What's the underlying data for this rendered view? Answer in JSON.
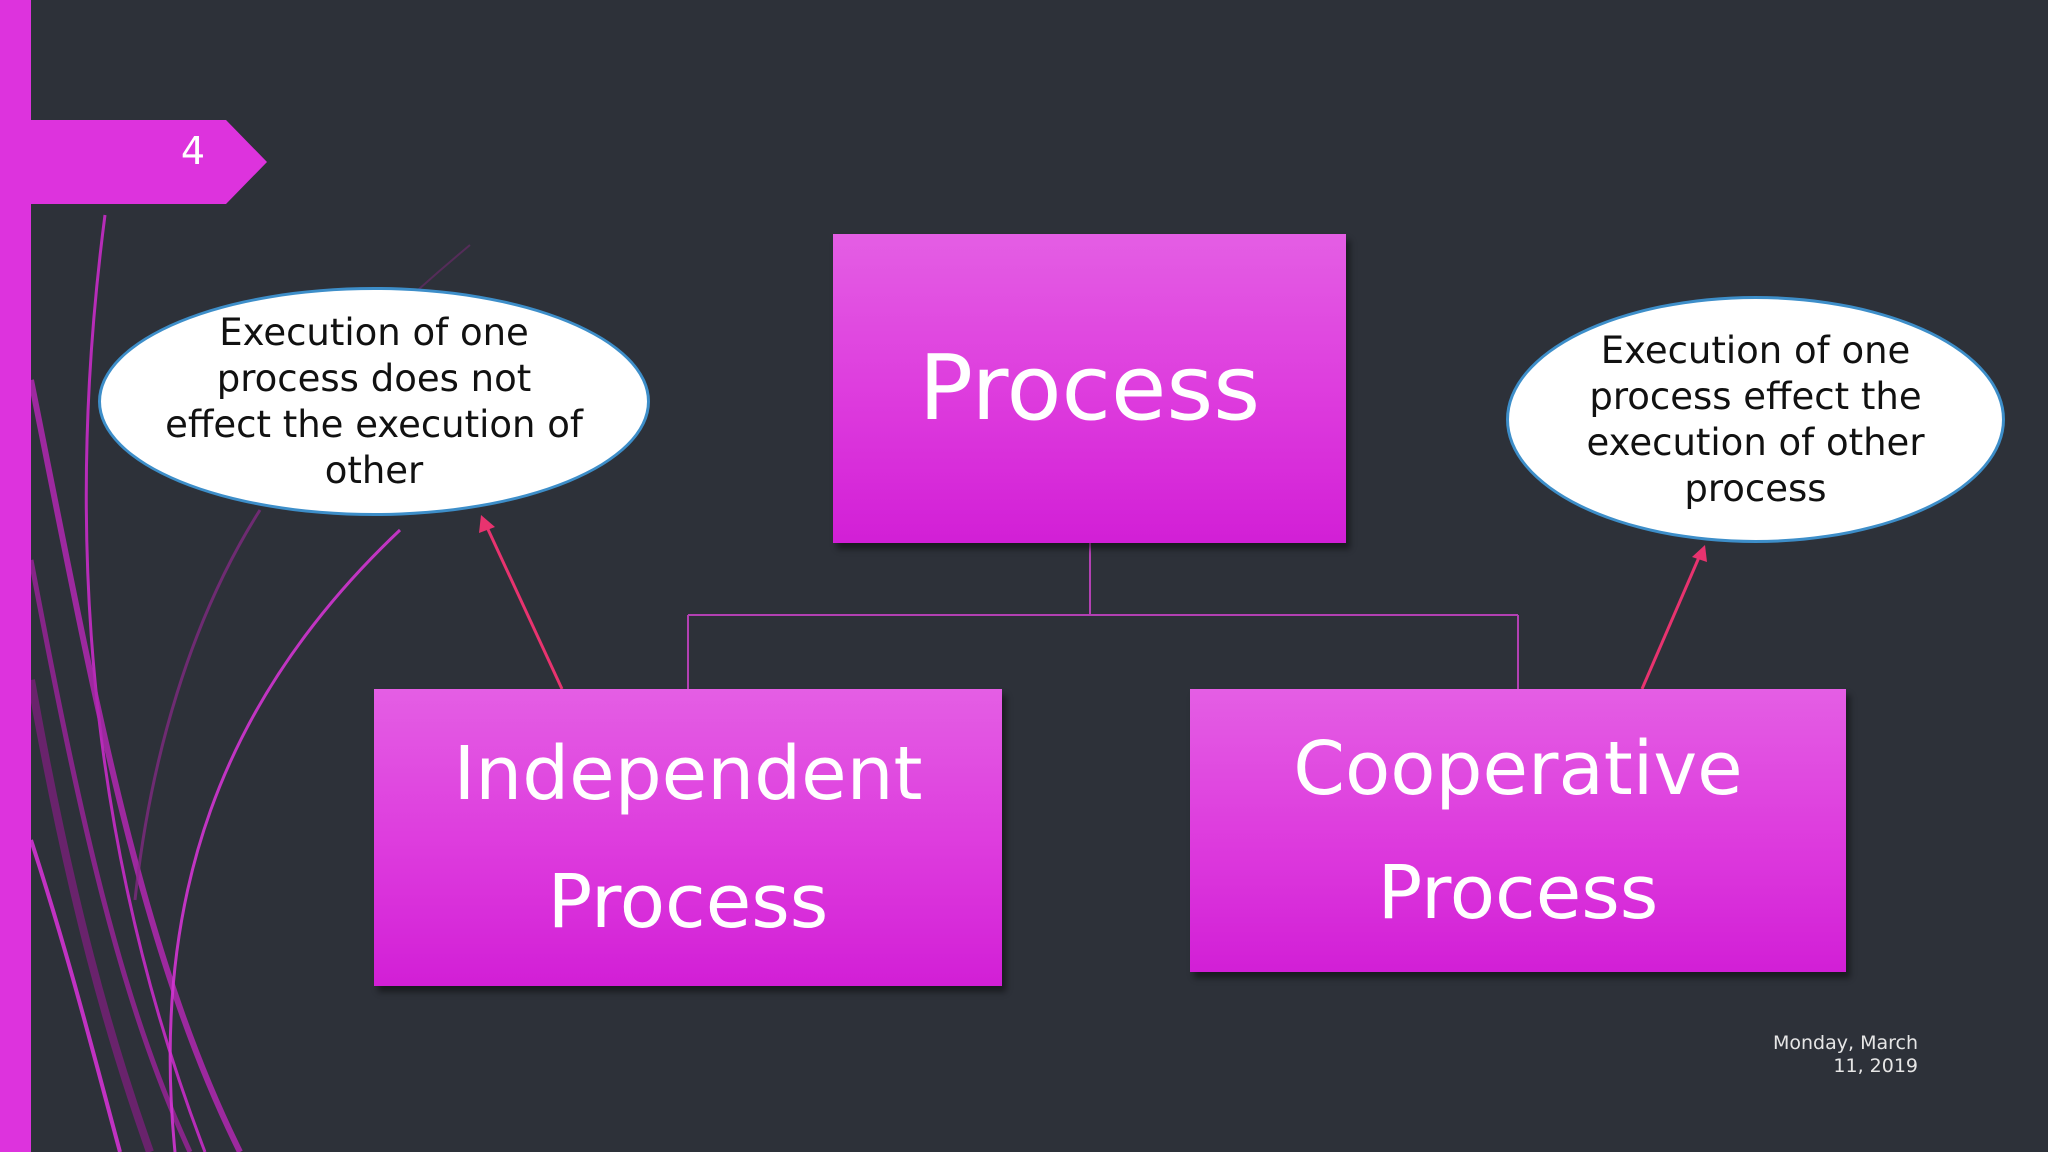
{
  "slide": {
    "page_number": "4",
    "date_line1": "Monday, March",
    "date_line2": "11, 2019"
  },
  "diagram": {
    "root": {
      "label": "Process"
    },
    "children": [
      {
        "line1": "Independent",
        "line2": "Process"
      },
      {
        "line1": "Cooperative",
        "line2": "Process"
      }
    ],
    "callouts": [
      {
        "text": "Execution of one process does not effect the execution of other"
      },
      {
        "text": "Execution of one process effect the execution of other process"
      }
    ]
  },
  "colors": {
    "background": "#2d3139",
    "accent": "#dd33dd",
    "arrow": "#e8336f",
    "callout_border": "#3d8ec9"
  }
}
